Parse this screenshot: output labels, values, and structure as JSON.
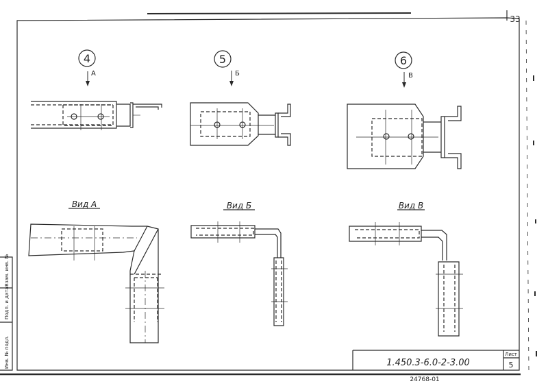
{
  "page_number": "33",
  "details": [
    {
      "number": "4",
      "arrow_label": "А",
      "view_title": "Вид А"
    },
    {
      "number": "5",
      "arrow_label": "Б",
      "view_title": "Вид Б"
    },
    {
      "number": "6",
      "arrow_label": "В",
      "view_title": "Вид В"
    }
  ],
  "title_block": {
    "designation": "1.450.3-6.0-2-3.00",
    "sheet_label": "Лист",
    "sheet_number": "5",
    "stamp_below": "24768-01"
  },
  "margin_stamp": {
    "cells": [
      "Инв. № подл.",
      "Подп. и дата",
      "Взам. инв. №"
    ]
  }
}
